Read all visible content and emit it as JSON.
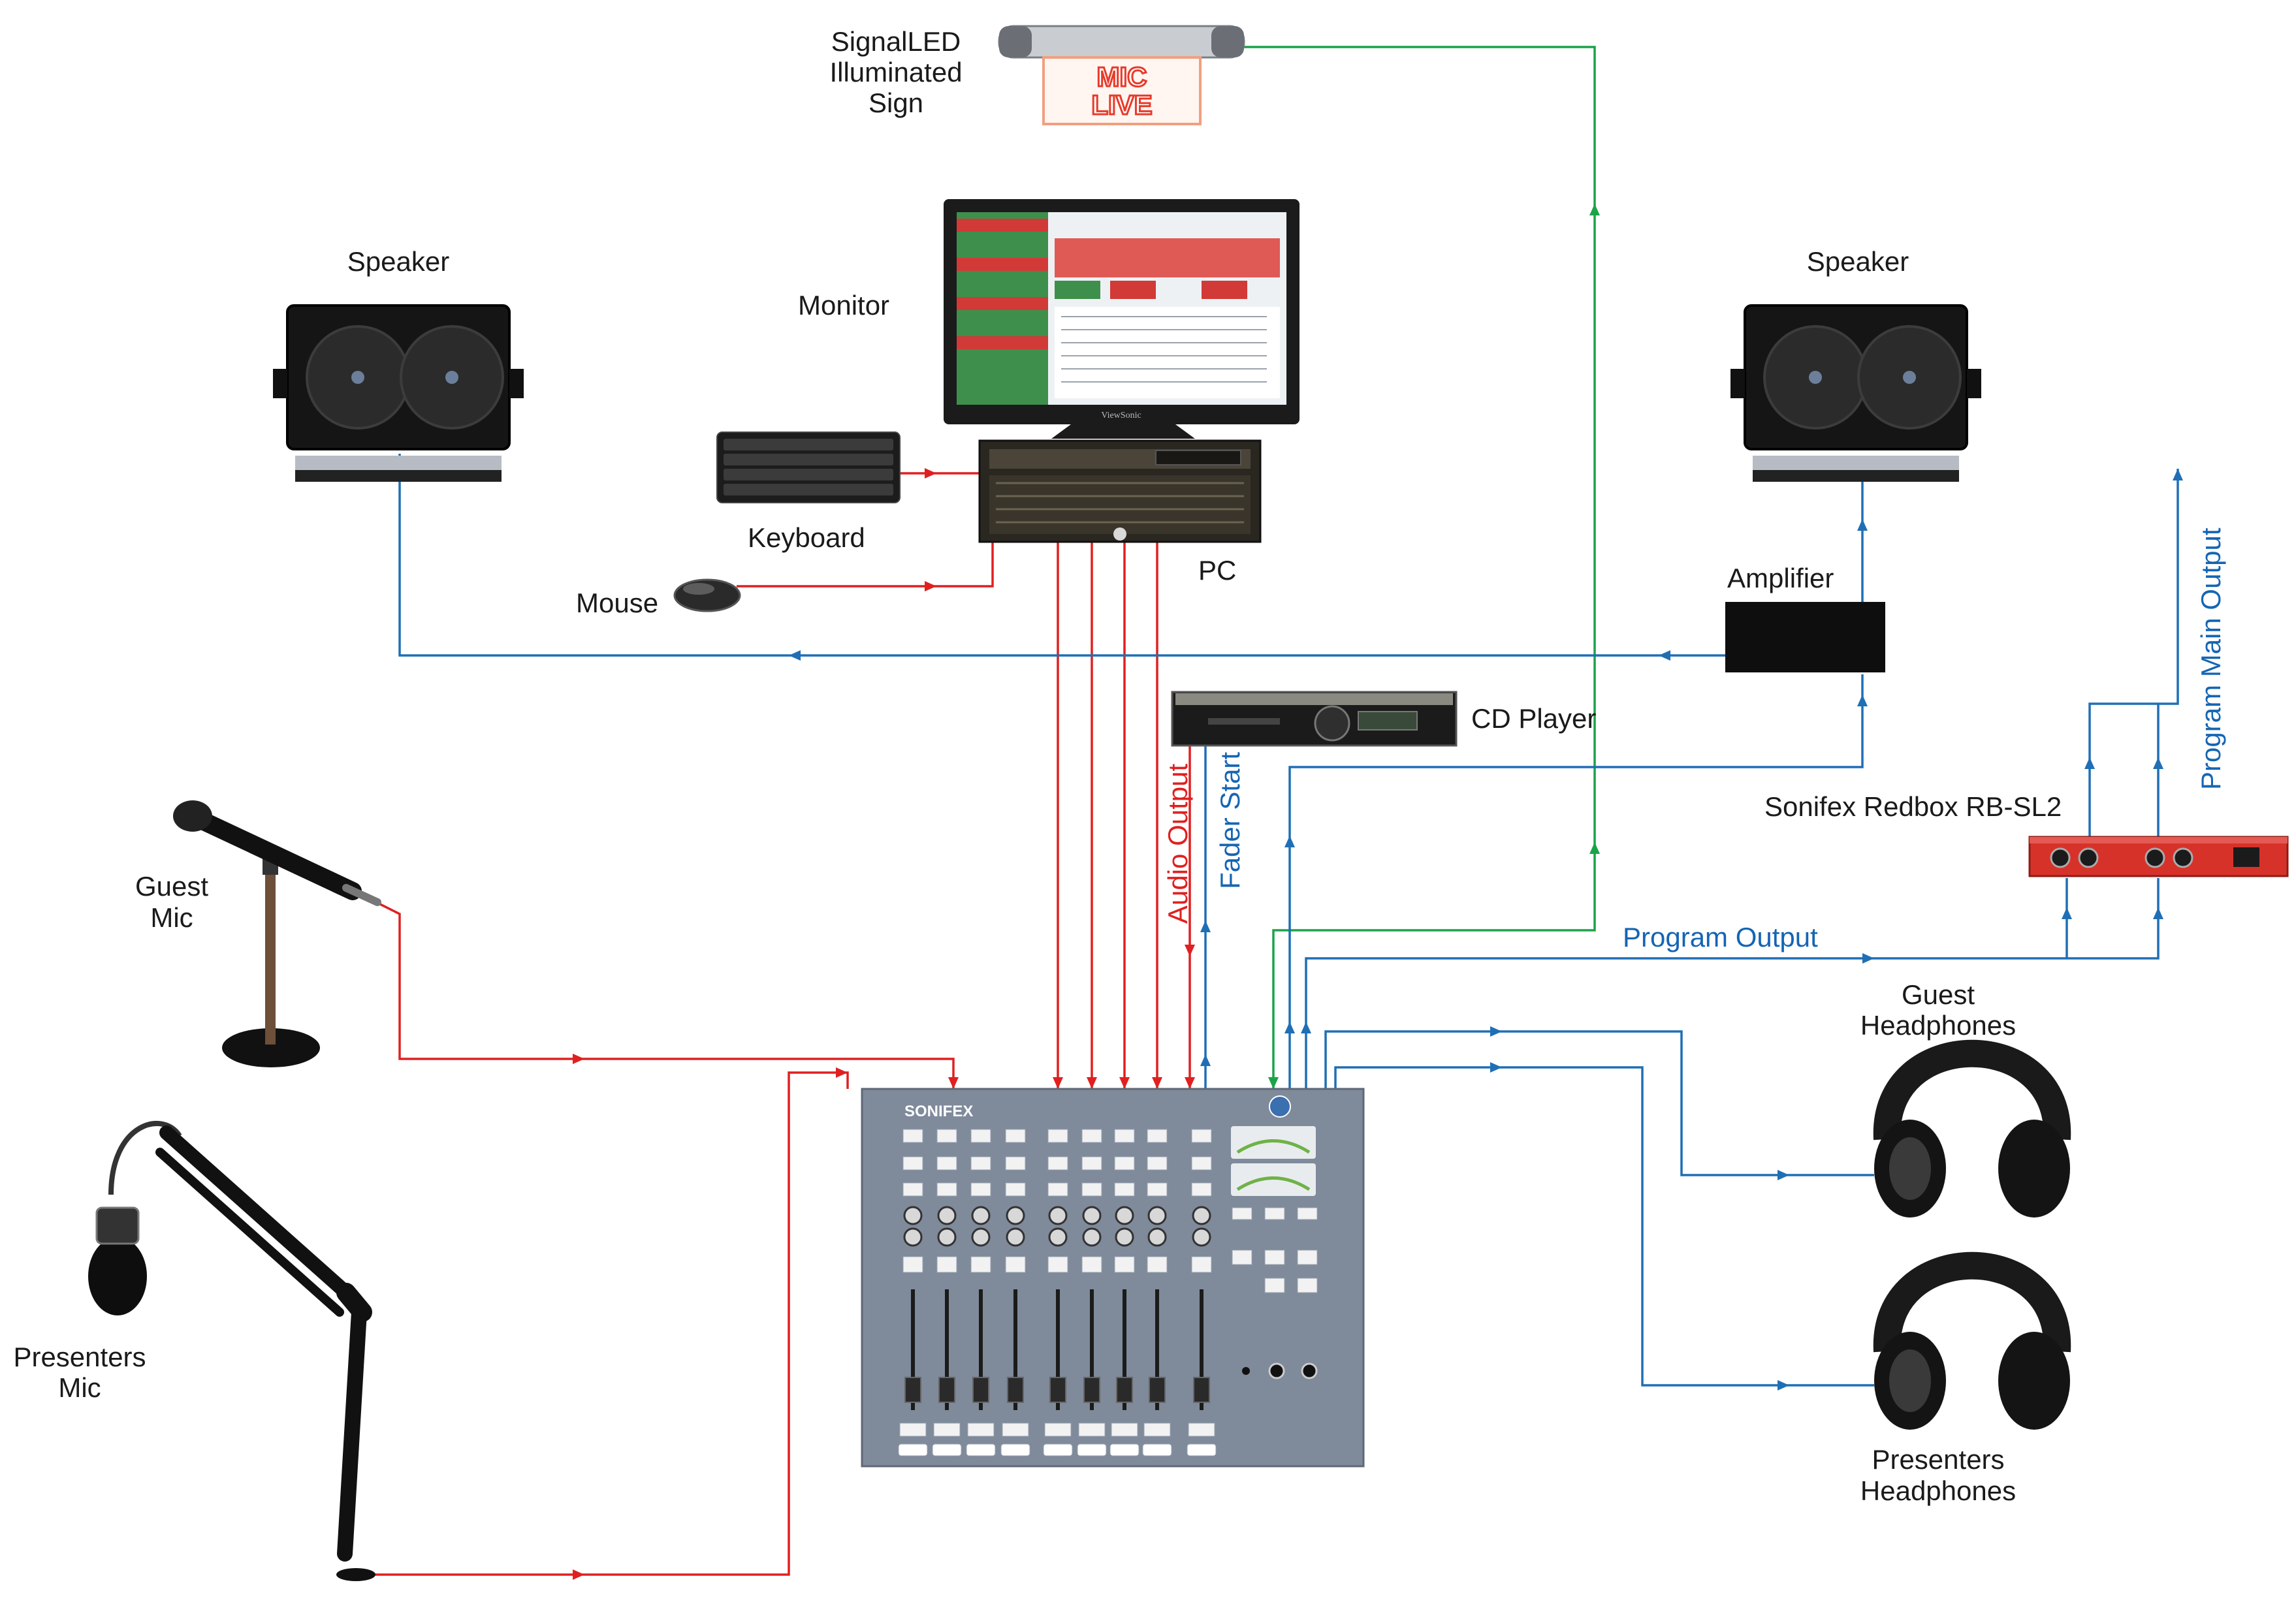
{
  "labels": {
    "signal_led": [
      "SignalLED",
      "Illuminated",
      "Sign"
    ],
    "sign_text": [
      "MIC",
      "LIVE"
    ],
    "monitor": "Monitor",
    "speaker_left": "Speaker",
    "speaker_right": "Speaker",
    "keyboard": "Keyboard",
    "mouse": "Mouse",
    "pc": "PC",
    "amplifier": "Amplifier",
    "cd_player": "CD Player",
    "redbox": "Sonifex Redbox RB-SL2",
    "program_main_output": "Program Main Output",
    "guest_mic": [
      "Guest",
      "Mic"
    ],
    "presenters_mic": [
      "Presenters",
      "Mic"
    ],
    "audio_output": "Audio Output",
    "fader_start": "Fader Start",
    "program_output": "Program Output",
    "guest_headphones": [
      "Guest",
      "Headphones"
    ],
    "presenters_headphones": [
      "Presenters",
      "Headphones"
    ],
    "mixer_brand": "SONIFEX",
    "monitor_brand": "ViewSonic"
  },
  "colors": {
    "audio_signal": "#e02020",
    "control_signal": "#1f6fb5",
    "led_signal": "#1ba34a",
    "mixer_panel": "#7f8a9b"
  }
}
